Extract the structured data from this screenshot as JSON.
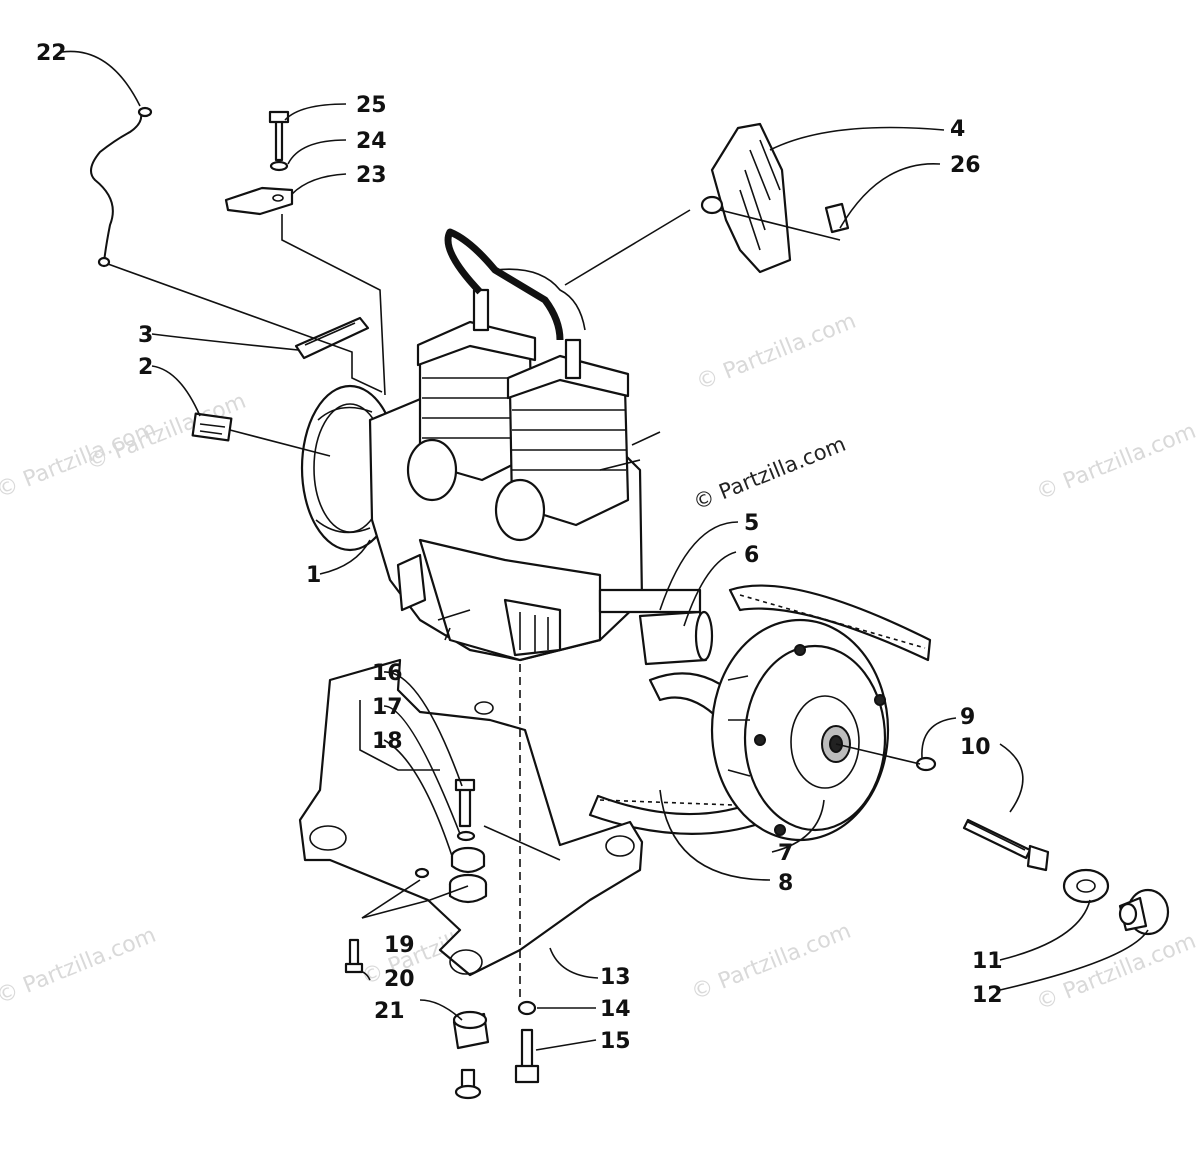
{
  "credit": "© Partzilla.com",
  "watermarks": [
    "© Partzilla.com",
    "© Partzilla.com",
    "© Partzilla.com",
    "© Partzilla.com",
    "© Partzilla.com",
    "© Partzilla.com",
    "© Partzilla.com",
    "© Partzilla.com"
  ],
  "callouts": [
    "1",
    "2",
    "3",
    "4",
    "5",
    "6",
    "7",
    "8",
    "9",
    "10",
    "11",
    "12",
    "13",
    "14",
    "15",
    "16",
    "17",
    "18",
    "19",
    "20",
    "21",
    "22",
    "23",
    "24",
    "25",
    "26"
  ]
}
